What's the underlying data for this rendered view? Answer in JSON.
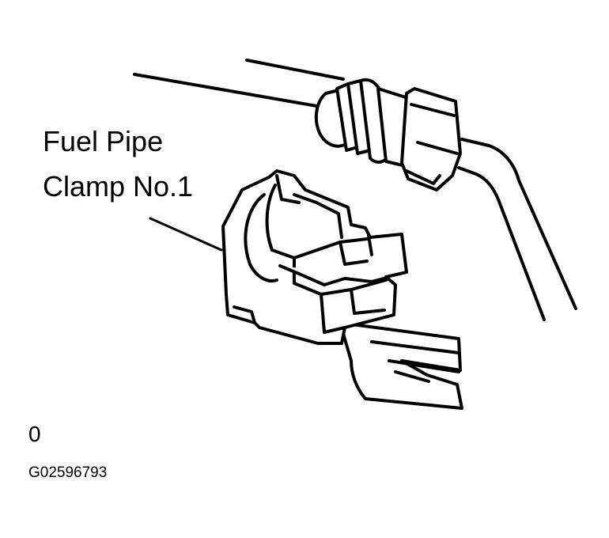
{
  "callout": {
    "line1": "Fuel Pipe",
    "line2": "Clamp No.1"
  },
  "view_marker": "0",
  "figure_code": "G02596793",
  "colors": {
    "ink": "#000000",
    "background": "#ffffff"
  }
}
